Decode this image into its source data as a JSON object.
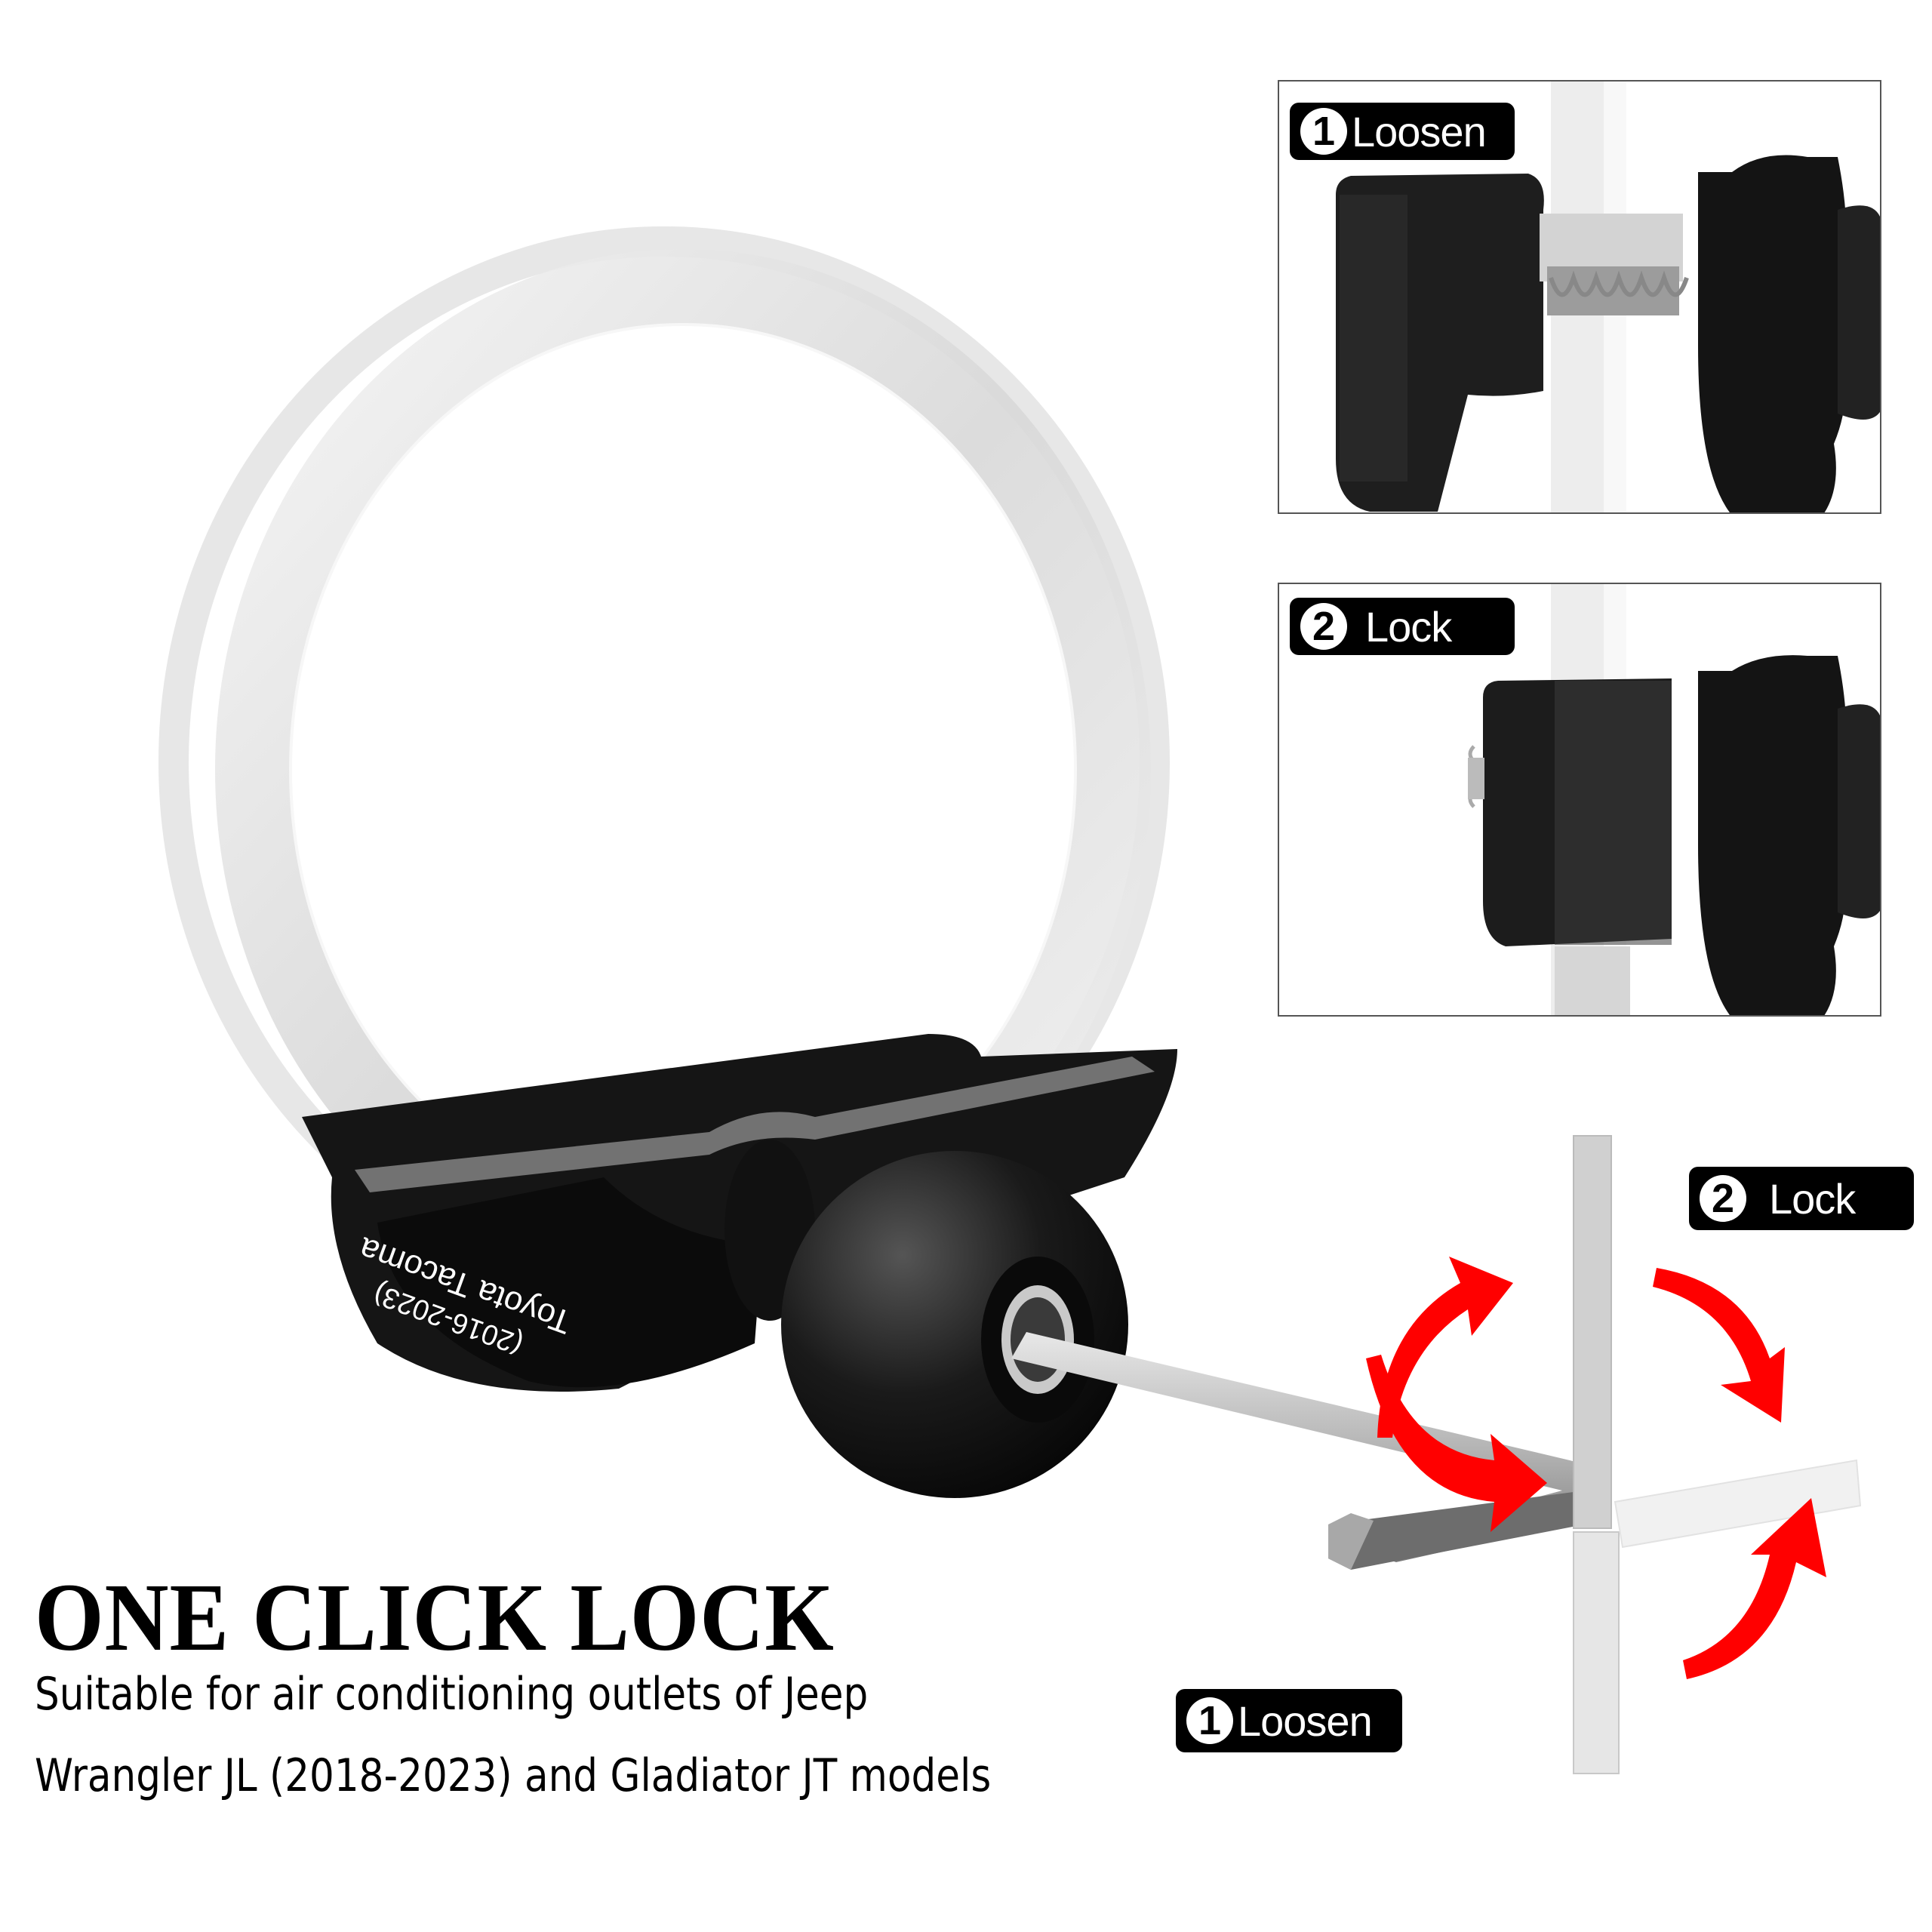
{
  "product_image": {
    "ring": "transparent-mount-ring",
    "clamp_engraving": {
      "line1": "Toyota Tacoma",
      "line2": "(2016-2023)"
    }
  },
  "steps_panels": [
    {
      "number": "1",
      "label": "Loosen",
      "arrow_direction": "left"
    },
    {
      "number": "2",
      "label": "Lock",
      "arrow_direction": "right"
    }
  ],
  "wrench_diagram": {
    "lock_badge": {
      "number": "2",
      "label": "Lock"
    },
    "loosen_badge": {
      "number": "1",
      "label": "Loosen"
    }
  },
  "headline": "ONE CLICK LOCK",
  "description": {
    "line1": "Suitable for air conditioning outlets of Jeep",
    "line2": "Wrangler JL (2018-2023) and  Gladiator JT models"
  },
  "colors": {
    "arrow_red": "#ff0000",
    "badge_bg": "#000000",
    "metal_dark": "#1c1c1c",
    "ring": "#e6e6e6"
  }
}
